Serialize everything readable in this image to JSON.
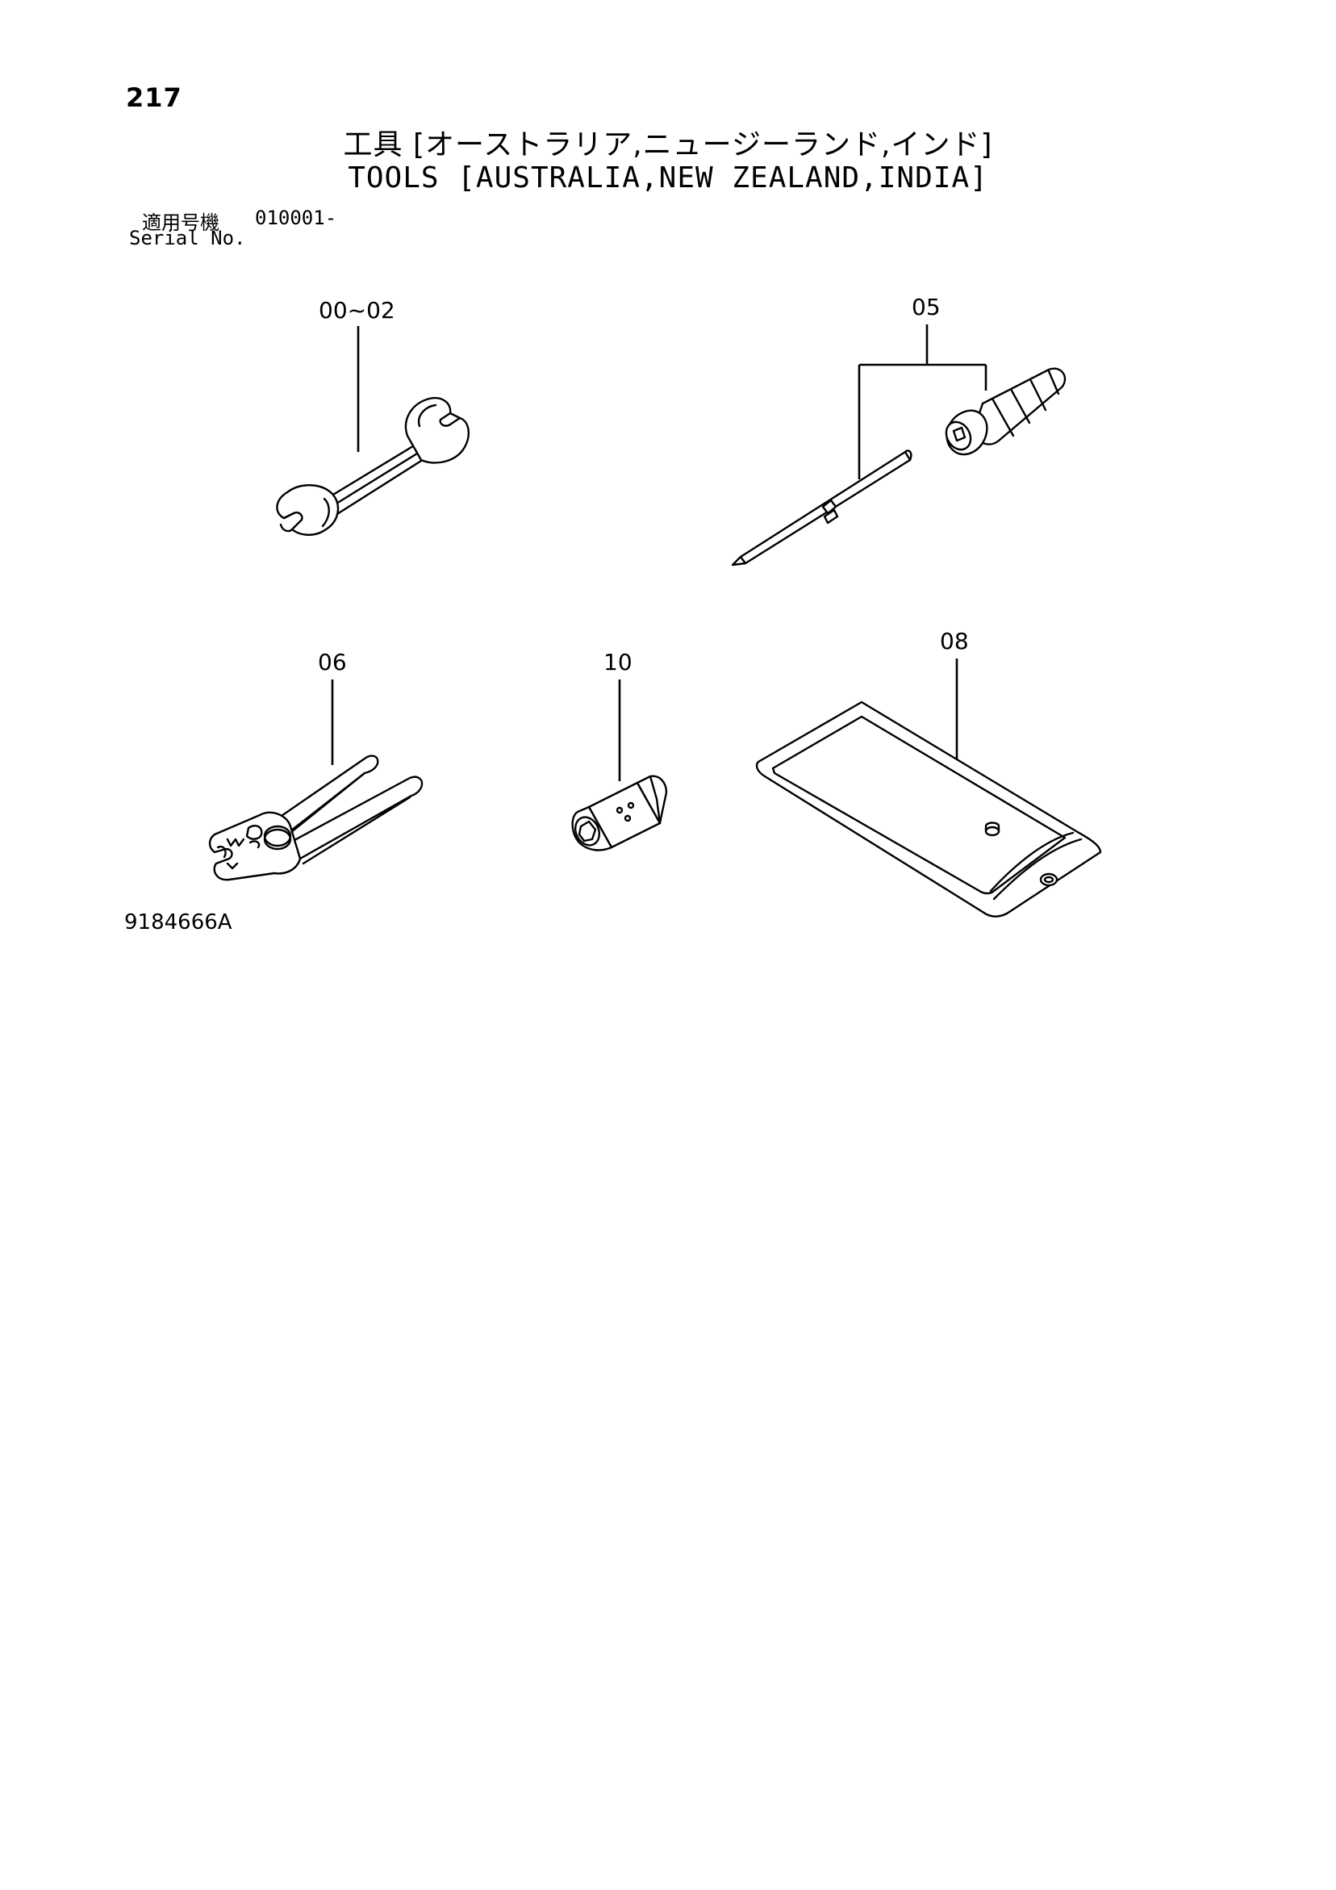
{
  "page_number": "217",
  "title_jp": "工具 [オーストラリア,ニュージーランド,インド]",
  "title_en": "TOOLS [AUSTRALIA,NEW ZEALAND,INDIA]",
  "serial": {
    "label_jp": "適用号機",
    "value": "010001-",
    "label_en": "Serial No."
  },
  "callouts": {
    "wrench": "00~02",
    "screwdriver": "05",
    "pliers": "06",
    "socket": "10",
    "tool_bag": "08"
  },
  "drawing_code": "9184666A"
}
